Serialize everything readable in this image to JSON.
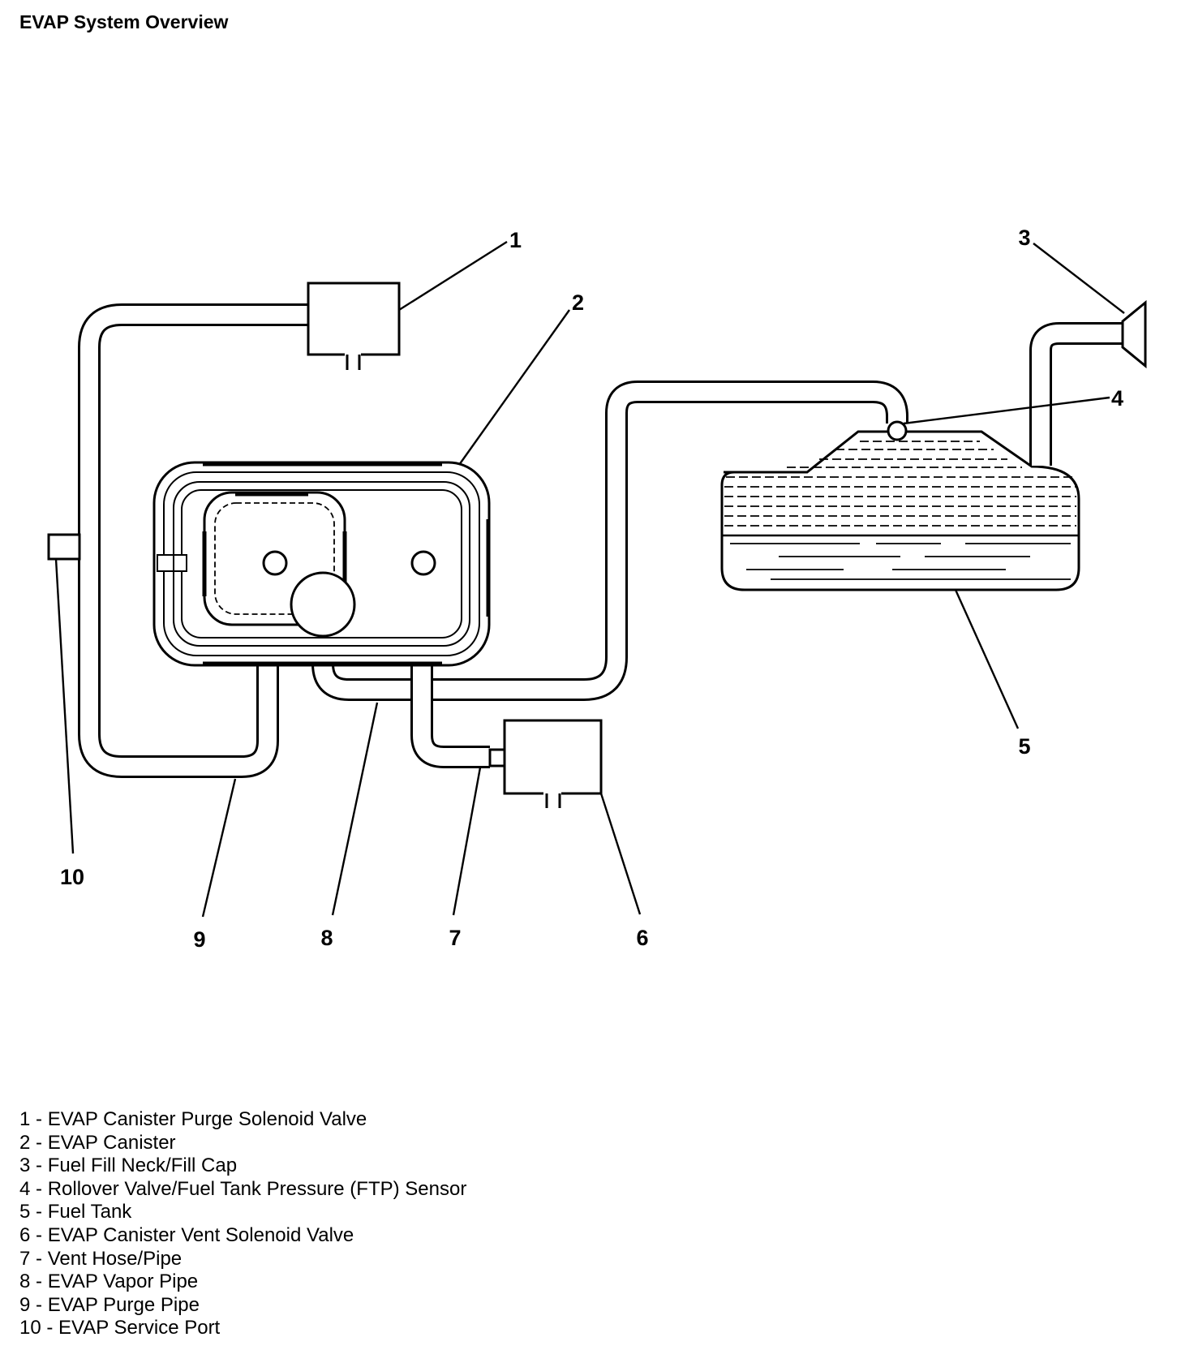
{
  "title": "EVAP System Overview",
  "callouts": [
    "1",
    "2",
    "3",
    "4",
    "5",
    "6",
    "7",
    "8",
    "9",
    "10"
  ],
  "legend": [
    {
      "num": "1",
      "text": "EVAP Canister Purge Solenoid Valve"
    },
    {
      "num": "2",
      "text": "EVAP Canister"
    },
    {
      "num": "3",
      "text": "Fuel Fill Neck/Fill Cap"
    },
    {
      "num": "4",
      "text": "Rollover Valve/Fuel Tank Pressure (FTP) Sensor"
    },
    {
      "num": "5",
      "text": "Fuel Tank"
    },
    {
      "num": "6",
      "text": "EVAP Canister Vent Solenoid Valve"
    },
    {
      "num": "7",
      "text": "Vent Hose/Pipe"
    },
    {
      "num": "8",
      "text": "EVAP Vapor Pipe"
    },
    {
      "num": "9",
      "text": "EVAP Purge Pipe"
    },
    {
      "num": "10",
      "text": "EVAP Service Port"
    }
  ]
}
